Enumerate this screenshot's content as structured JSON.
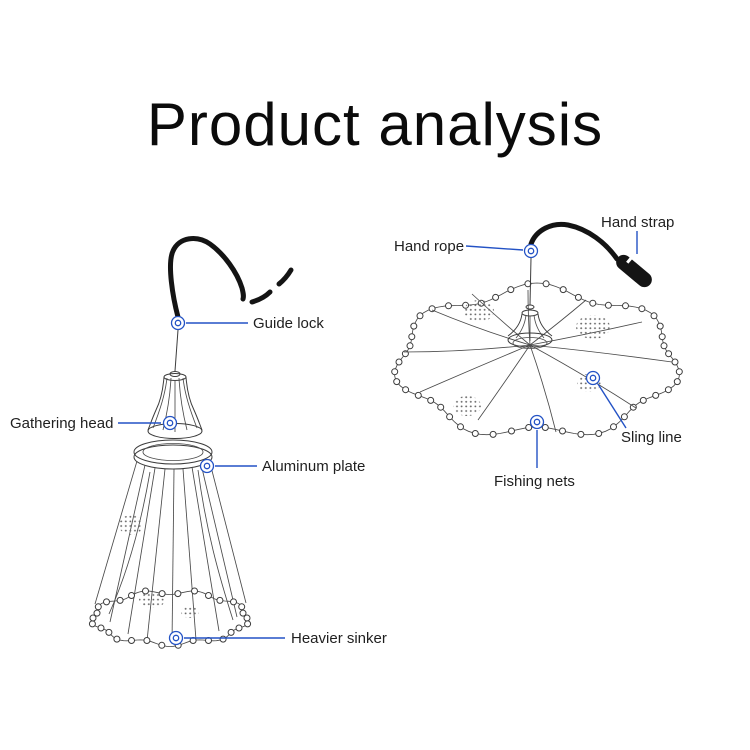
{
  "title": "Product analysis",
  "colors": {
    "accent": "#2352c5",
    "ink": "#1f1f1f"
  },
  "diagram_left": {
    "labels": {
      "guide_lock": "Guide lock",
      "gathering_head": "Gathering head",
      "aluminum_plate": "Aluminum plate",
      "heavier_sinker": "Heavier sinker"
    }
  },
  "diagram_right": {
    "labels": {
      "hand_rope": "Hand rope",
      "hand_strap": "Hand strap",
      "sling_line": "Sling line",
      "fishing_nets": "Fishing nets"
    }
  }
}
